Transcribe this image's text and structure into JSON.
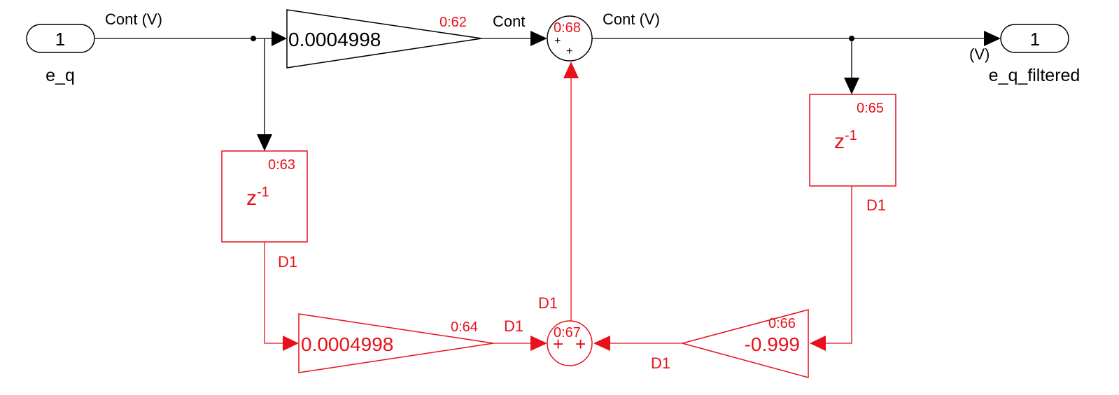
{
  "colors": {
    "continuous": "#000000",
    "discrete": "#e8101a",
    "background": "#ffffff"
  },
  "ports": {
    "inport": {
      "number": "1",
      "name": "e_q"
    },
    "outport": {
      "number": "1",
      "name": "e_q_filtered"
    }
  },
  "blocks": {
    "gain_top": {
      "value": "0.0004998",
      "order": "0:62"
    },
    "sum_top": {
      "order": "0:68",
      "sign1": "+",
      "sign2": "+"
    },
    "delay_left": {
      "order": "0:63",
      "base": "z",
      "exp": "-1"
    },
    "delay_right": {
      "order": "0:65",
      "base": "z",
      "exp": "-1"
    },
    "gain_bottom": {
      "value": "0.0004998",
      "order": "0:64"
    },
    "sum_bottom": {
      "order": "0:67",
      "sign1": "+",
      "sign2": "+"
    },
    "gain_feedback": {
      "value": "-0.999",
      "order": "0:66"
    }
  },
  "signals": {
    "in_label": "Cont (V)",
    "gain_out_label": "Cont",
    "sum_out_label": "Cont (V)",
    "out_unit": "(V)",
    "delay_left_out": "D1",
    "delay_right_out": "D1",
    "gain_bottom_out": "D1",
    "sum_bottom_out": "D1",
    "feedback_out": "D1"
  }
}
